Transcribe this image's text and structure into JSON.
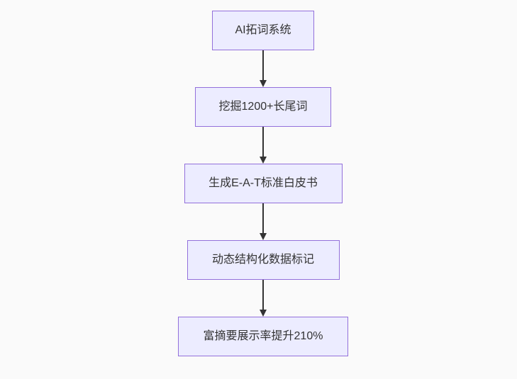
{
  "diagram": {
    "type": "flowchart",
    "direction": "top-down",
    "nodes": [
      {
        "label": "AI拓词系统"
      },
      {
        "label": "挖掘1200+长尾词"
      },
      {
        "label": "生成E-A-T标准白皮书"
      },
      {
        "label": "动态结构化数据标记"
      },
      {
        "label": "富摘要展示率提升210%"
      }
    ],
    "edges": [
      {
        "from": 0,
        "to": 1
      },
      {
        "from": 1,
        "to": 2
      },
      {
        "from": 2,
        "to": 3
      },
      {
        "from": 3,
        "to": 4
      }
    ],
    "colors": {
      "background": "#fafafa",
      "node_fill": "#ececff",
      "node_border": "#9370db",
      "node_text": "#333333",
      "arrow": "#333333"
    }
  }
}
